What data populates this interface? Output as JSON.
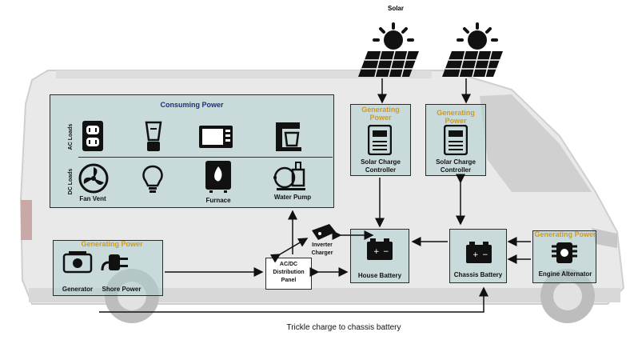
{
  "colors": {
    "generating": "#d39a1a",
    "consuming": "#1f2f7a",
    "panel": "#b7d3d3",
    "ink": "#111111"
  },
  "solar": {
    "label": "Solar"
  },
  "consuming": {
    "title": "Consuming Power",
    "ac_label": "AC Loads",
    "dc_label": "DC Loads",
    "ac_items": [
      {
        "icon": "outlet-icon"
      },
      {
        "icon": "blender-icon"
      },
      {
        "icon": "microwave-icon"
      },
      {
        "icon": "coffee-maker-icon"
      }
    ],
    "dc_items": [
      {
        "icon": "fan-icon",
        "label": "Fan Vent"
      },
      {
        "icon": "light-bulb-icon",
        "label": ""
      },
      {
        "icon": "furnace-icon",
        "label": "Furnace"
      },
      {
        "icon": "water-pump-icon",
        "label": "Water Pump"
      }
    ]
  },
  "solar_controller_1": {
    "heading": "Generating Power",
    "label": "Solar Charge Controller"
  },
  "solar_controller_2": {
    "heading": "Generating Power",
    "label": "Solar Charge Controller"
  },
  "generating_left": {
    "heading": "Generating Power",
    "generator": "Generator",
    "shore": "Shore Power"
  },
  "distribution": {
    "label": "AC/DC Distribution Panel"
  },
  "inverter": {
    "label": "Inverter Charger"
  },
  "house_battery": {
    "label": "House Battery"
  },
  "chassis_battery": {
    "label": "Chassis Battery"
  },
  "alternator": {
    "heading": "Generating Power",
    "label": "Engine Alternator"
  },
  "caption": "Trickle charge to chassis battery"
}
